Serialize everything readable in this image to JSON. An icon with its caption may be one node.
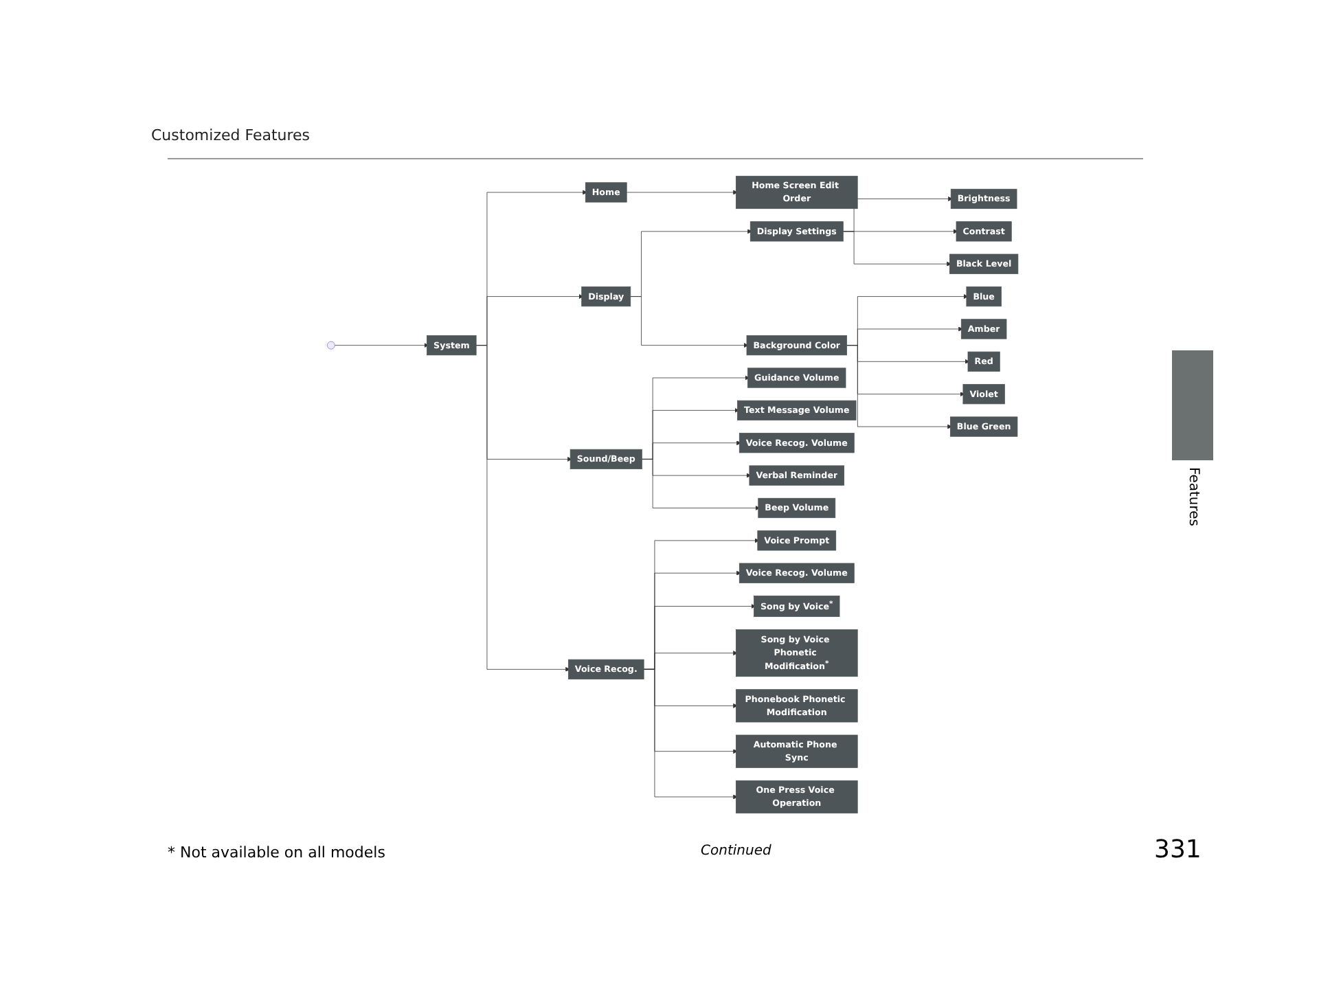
{
  "diagram": {
    "title": "Customized Features",
    "nodes": [
      {
        "text": [
          "System"
        ]
      },
      {
        "text": [
          "Home"
        ]
      },
      {
        "text": [
          "Home Screen Edit Order"
        ]
      },
      {
        "text": [
          "Display"
        ]
      },
      {
        "text": [
          "Display Settings"
        ]
      },
      {
        "text": [
          "Brightness"
        ]
      },
      {
        "text": [
          "Contrast"
        ]
      },
      {
        "text": [
          "Black Level"
        ]
      },
      {
        "text": [
          "Background Color"
        ]
      },
      {
        "text": [
          "Blue"
        ]
      },
      {
        "text": [
          "Amber"
        ]
      },
      {
        "text": [
          "Red"
        ]
      },
      {
        "text": [
          "Violet"
        ]
      },
      {
        "text": [
          "Blue Green"
        ]
      },
      {
        "text": [
          "Sound/Beep"
        ]
      },
      {
        "text": [
          "Guidance Volume"
        ]
      },
      {
        "text": [
          "Text Message Volume"
        ]
      },
      {
        "text": [
          "Voice Recog. Volume"
        ]
      },
      {
        "text": [
          "Verbal Reminder"
        ]
      },
      {
        "text": [
          "Beep Volume"
        ]
      },
      {
        "text": [
          "Voice Recog."
        ]
      },
      {
        "text": [
          "Voice Prompt"
        ]
      },
      {
        "text": [
          "Voice Recog. Volume"
        ]
      },
      {
        "text": [
          "Song by Voice$^{*}$"
        ]
      },
      {
        "text": [
          "Song by Voice Phonetic Modification$^{*}$"
        ]
      },
      {
        "text": [
          "Phonebook Phonetic Modification"
        ]
      },
      {
        "text": [
          "Automatic Phone Sync"
        ]
      },
      {
        "text": [
          "One Press Voice Operation"
        ]
      }
    ],
    "edges": [
      {
        "from": null,
        "to": 0,
        "arrow": "to"
      },
      {
        "from": 0,
        "to": 1,
        "arrow": "to"
      },
      {
        "from": 1,
        "to": 2,
        "arrow": "to"
      },
      {
        "from": 0,
        "to": 3,
        "arrow": "to"
      },
      {
        "from": 3,
        "to": 4,
        "arrow": "to"
      },
      {
        "from": 4,
        "to": 5,
        "arrow": "to"
      },
      {
        "from": 4,
        "to": 6,
        "arrow": "to"
      },
      {
        "from": 4,
        "to": 7,
        "arrow": "to"
      },
      {
        "from": 3,
        "to": 8,
        "arrow": "to"
      },
      {
        "from": 8,
        "to": 9,
        "arrow": "to"
      },
      {
        "from": 8,
        "to": 10,
        "arrow": "to"
      },
      {
        "from": 8,
        "to": 11,
        "arrow": "to"
      },
      {
        "from": 8,
        "to": 12,
        "arrow": "to"
      },
      {
        "from": 8,
        "to": 13,
        "arrow": "to"
      },
      {
        "from": 0,
        "to": 14,
        "arrow": "to"
      },
      {
        "from": 14,
        "to": 15,
        "arrow": "to"
      },
      {
        "from": 14,
        "to": 16,
        "arrow": "to"
      },
      {
        "from": 14,
        "to": 17,
        "arrow": "to"
      },
      {
        "from": 14,
        "to": 18,
        "arrow": "to"
      },
      {
        "from": 14,
        "to": 19,
        "arrow": "to"
      },
      {
        "from": 0,
        "to": 20,
        "arrow": "to"
      },
      {
        "from": 20,
        "to": 21,
        "arrow": "to"
      },
      {
        "from": 20,
        "to": 22,
        "arrow": "to"
      },
      {
        "from": 20,
        "to": 23,
        "arrow": "to"
      },
      {
        "from": 20,
        "to": 24,
        "arrow": "to"
      },
      {
        "from": 20,
        "to": 25,
        "arrow": "to"
      },
      {
        "from": 20,
        "to": 26,
        "arrow": "to"
      },
      {
        "from": 20,
        "to": 27,
        "arrow": "to"
      }
    ],
    "labels": [
      "331",
      "Features",
      "Continued",
      "* Not available on all models"
    ]
  }
}
